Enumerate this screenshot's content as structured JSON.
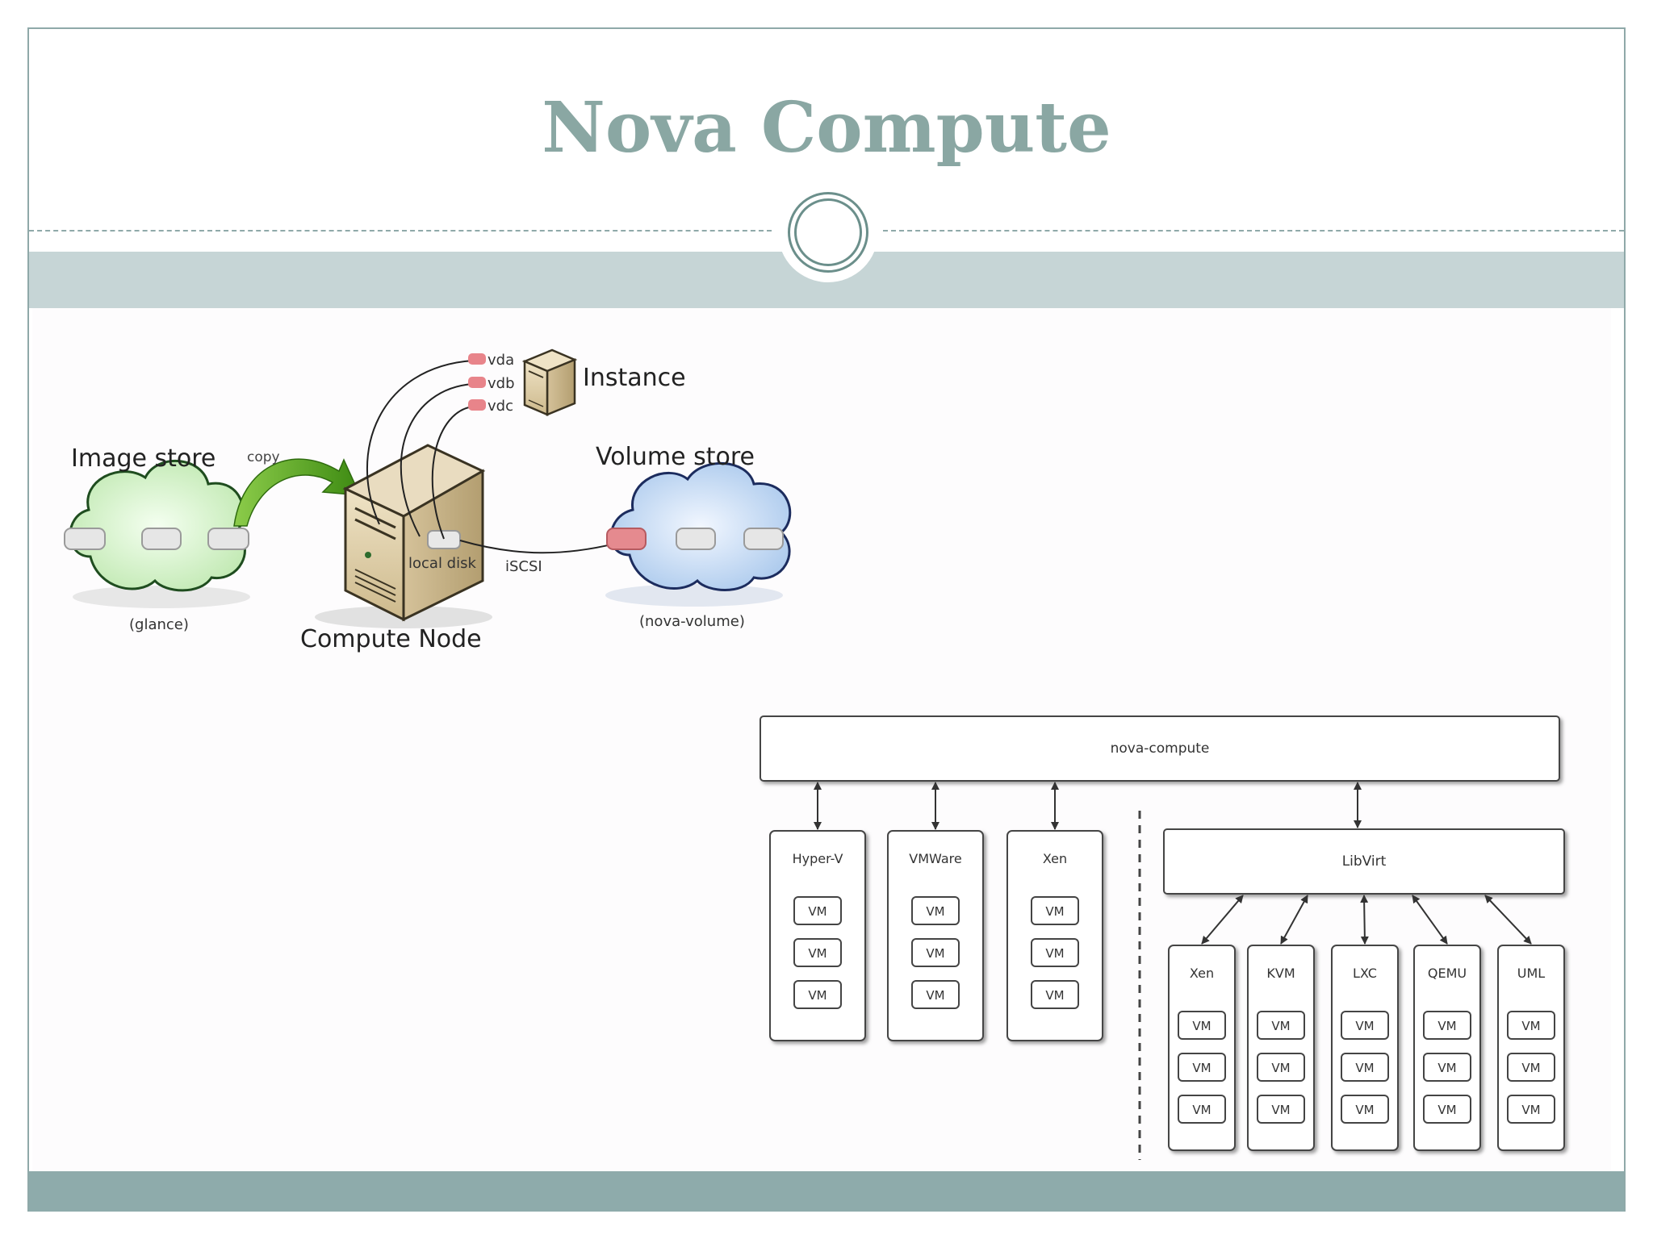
{
  "slide": {
    "title": "Nova Compute"
  },
  "storage_diagram": {
    "image_store_label": "Image store",
    "glance_label": "(glance)",
    "copy_label": "copy",
    "compute_node_label": "Compute Node",
    "local_disk_label": "local disk",
    "iscsi_label": "iSCSI",
    "volume_store_label": "Volume store",
    "nova_volume_label": "(nova-volume)",
    "instance_label": "Instance",
    "disks": [
      "vda",
      "vdb",
      "vdc"
    ]
  },
  "hypervisor_diagram": {
    "nova_compute_label": "nova-compute",
    "direct_hypervisors": [
      "Hyper-V",
      "VMWare",
      "Xen"
    ],
    "libvirt_label": "LibVirt",
    "libvirt_hypervisors": [
      "Xen",
      "KVM",
      "LXC",
      "QEMU",
      "UML"
    ],
    "vm_label": "VM"
  }
}
